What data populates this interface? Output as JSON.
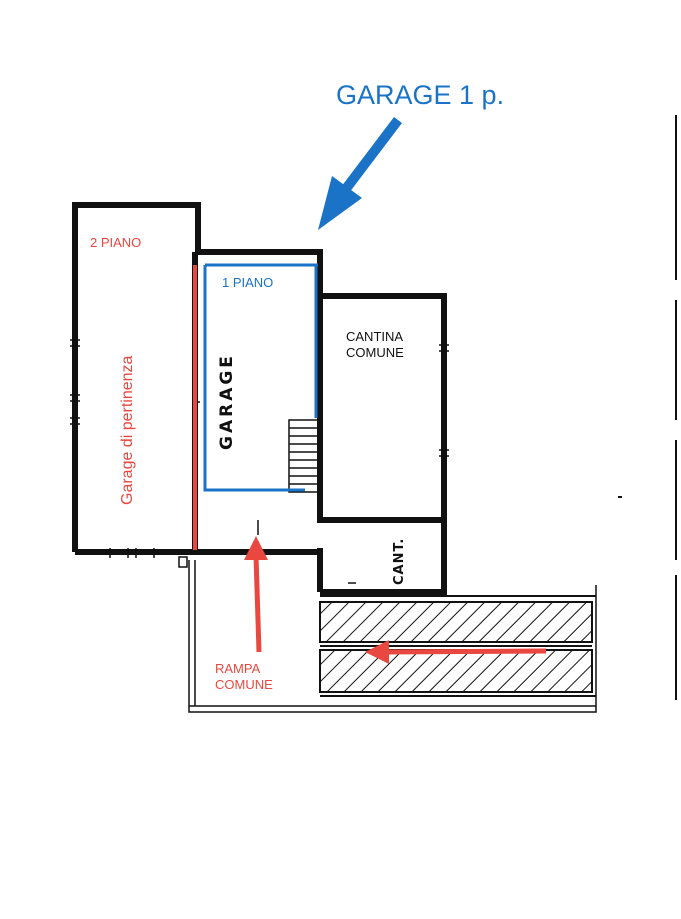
{
  "labels": {
    "title": "GARAGE 1 p.",
    "piano2": "2 PIANO",
    "piano1": "1 PIANO",
    "garage_pertinenza": "Garage di pertinenza",
    "garage_hand": "GARAGE",
    "cantina_line1": "CANTINA",
    "cantina_line2": "COMUNE",
    "cant_hand": "CANT.",
    "rampa_line1": "RAMPA",
    "rampa_line2": "COMUNE"
  },
  "colors": {
    "wall": "#111111",
    "red_accent": "#e8483f",
    "blue_accent": "#1a73c7"
  }
}
